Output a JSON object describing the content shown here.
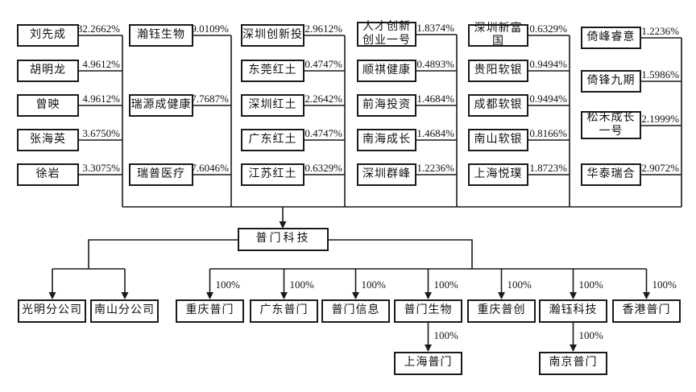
{
  "shareholders": {
    "columns": [
      {
        "items": [
          {
            "name": "刘先成",
            "pct": "32.2662%"
          },
          {
            "name": "胡明龙",
            "pct": "4.9612%"
          },
          {
            "name": "曾映",
            "pct": "4.9612%"
          },
          {
            "name": "张海英",
            "pct": "3.6750%"
          },
          {
            "name": "徐岩",
            "pct": "3.3075%"
          }
        ]
      },
      {
        "items": [
          {
            "name": "瀚钰生物",
            "pct": "9.0109%"
          },
          {
            "name": "瑞源成健康",
            "pct": "7.7687%"
          },
          {
            "name": "瑞普医疗",
            "pct": "7.6046%"
          }
        ]
      },
      {
        "items": [
          {
            "name": "深圳创新投",
            "pct": "2.9612%"
          },
          {
            "name": "东莞红土",
            "pct": "0.4747%"
          },
          {
            "name": "深圳红土",
            "pct": "2.2642%"
          },
          {
            "name": "广东红土",
            "pct": "0.4747%"
          },
          {
            "name": "江苏红土",
            "pct": "0.6329%"
          }
        ]
      },
      {
        "items": [
          {
            "name": "人才创新\n创业一号",
            "pct": "1.8374%"
          },
          {
            "name": "顺祺健康",
            "pct": "0.4893%"
          },
          {
            "name": "前海投资",
            "pct": "1.4684%"
          },
          {
            "name": "南海成长",
            "pct": "1.4684%"
          },
          {
            "name": "深圳群峰",
            "pct": "1.2236%"
          }
        ]
      },
      {
        "items": [
          {
            "name": "深圳新富国",
            "pct": "0.6329%"
          },
          {
            "name": "贵阳软银",
            "pct": "0.9494%"
          },
          {
            "name": "成都软银",
            "pct": "0.9494%"
          },
          {
            "name": "南山软银",
            "pct": "0.8166%"
          },
          {
            "name": "上海悦璞",
            "pct": "1.8723%"
          }
        ]
      },
      {
        "items": [
          {
            "name": "倚峰睿意",
            "pct": "1.2236%"
          },
          {
            "name": "倚锋九期",
            "pct": "1.5986%"
          },
          {
            "name": "松禾成长\n一号",
            "pct": "2.1999%"
          },
          {
            "name": "华泰瑞合",
            "pct": "2.9072%"
          }
        ]
      }
    ]
  },
  "company": {
    "name": "普门科技"
  },
  "branches": [
    {
      "name": "光明分公司"
    },
    {
      "name": "南山分公司"
    }
  ],
  "subsidiaries": [
    {
      "name": "重庆普门",
      "pct": "100%"
    },
    {
      "name": "广东普门",
      "pct": "100%"
    },
    {
      "name": "普门信息",
      "pct": "100%"
    },
    {
      "name": "普门生物",
      "pct": "100%"
    },
    {
      "name": "重庆普创",
      "pct": "100%"
    },
    {
      "name": "瀚钰科技",
      "pct": "100%"
    },
    {
      "name": "香港普门",
      "pct": "100%"
    }
  ],
  "second_level_subsidiaries": [
    {
      "name": "上海普门",
      "pct": "100%",
      "parent": "普门生物"
    },
    {
      "name": "南京普门",
      "pct": "100%",
      "parent": "瀚钰科技"
    }
  ],
  "colors": {
    "line": "#1a1a1a",
    "box_border": "#1a1a1a",
    "background": "#ffffff",
    "text": "#111111"
  }
}
